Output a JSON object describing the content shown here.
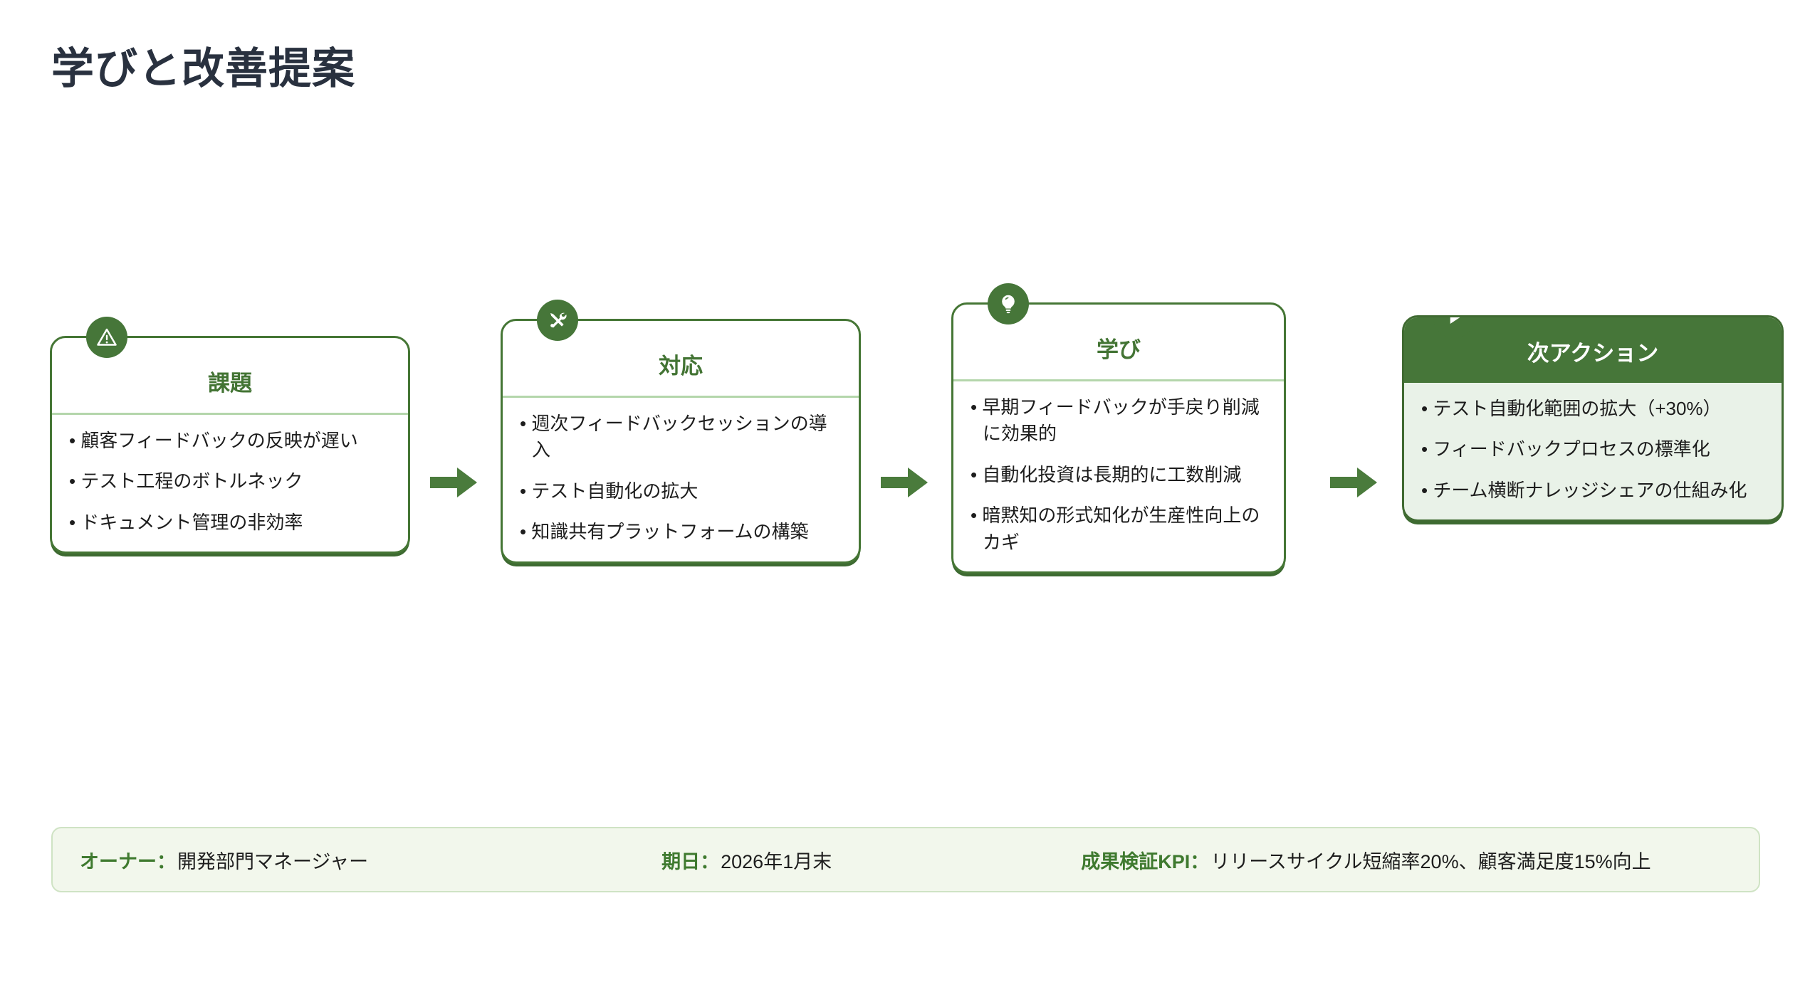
{
  "page": {
    "title": "学びと改善提案",
    "title_color": "#29313f",
    "accent_green": "#467639",
    "light_green": "#e9f2e8",
    "divider_green": "#b4d6ab",
    "footer_bg": "#f2f7ec"
  },
  "flow": {
    "arrow_icon": "arrow-right-icon",
    "arrows": [
      "arrow-1",
      "arrow-2",
      "arrow-3"
    ],
    "cards": [
      {
        "id": "issue",
        "icon": "warning-triangle-icon",
        "title": "課題",
        "highlight": false,
        "bullets": [
          "顧客フィードバックの反映が遅い",
          "テスト工程のボトルネック",
          "ドキュメント管理の非効率"
        ]
      },
      {
        "id": "response",
        "icon": "tools-icon",
        "title": "対応",
        "highlight": false,
        "bullets": [
          "週次フィードバックセッションの導入",
          "テスト自動化の拡大",
          "知識共有プラットフォームの構築"
        ]
      },
      {
        "id": "learning",
        "icon": "lightbulb-icon",
        "title": "学び",
        "highlight": false,
        "bullets": [
          "早期フィードバックが手戻り削減に効果的",
          "自動化投資は長期的に工数削減",
          "暗黙知の形式知化が生産性向上のカギ"
        ]
      },
      {
        "id": "next-action",
        "icon": "play-triangle-icon",
        "title": "次アクション",
        "highlight": true,
        "bullets": [
          "テスト自動化範囲の拡大（+30%）",
          "フィードバックプロセスの標準化",
          "チーム横断ナレッジシェアの仕組み化"
        ]
      }
    ]
  },
  "footer": {
    "owner_label": "オーナー：",
    "owner_value": "開発部門マネージャー",
    "due_label": "期日：",
    "due_value": "2026年1月末",
    "kpi_label": "成果検証KPI：",
    "kpi_value": "リリースサイクル短縮率20%、顧客満足度15%向上"
  }
}
